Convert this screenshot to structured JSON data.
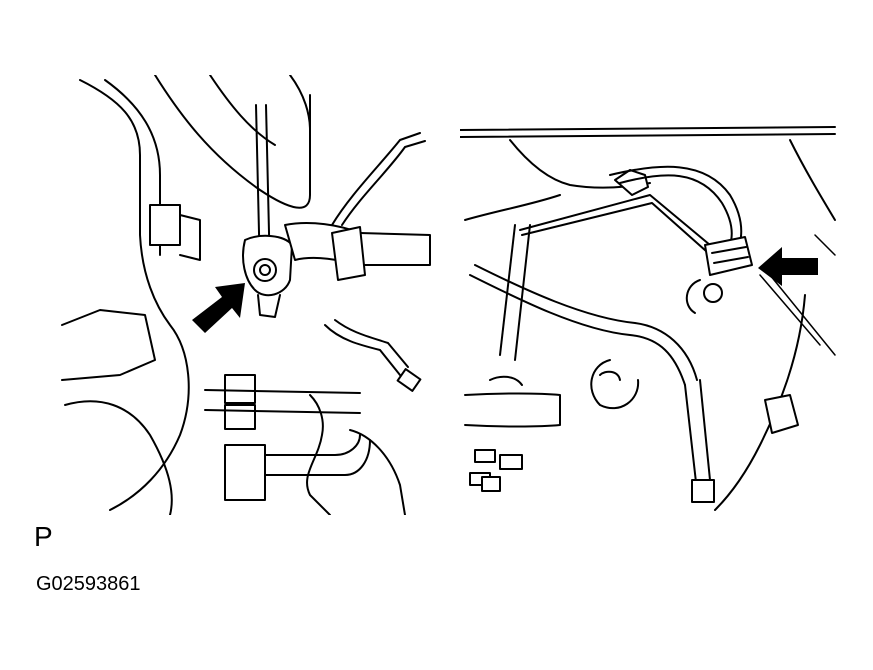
{
  "figure": {
    "view_code": "P",
    "figure_id": "G02593861"
  },
  "icons": {
    "left_arrow": "pointer-arrow",
    "right_arrow": "pointer-arrow"
  }
}
